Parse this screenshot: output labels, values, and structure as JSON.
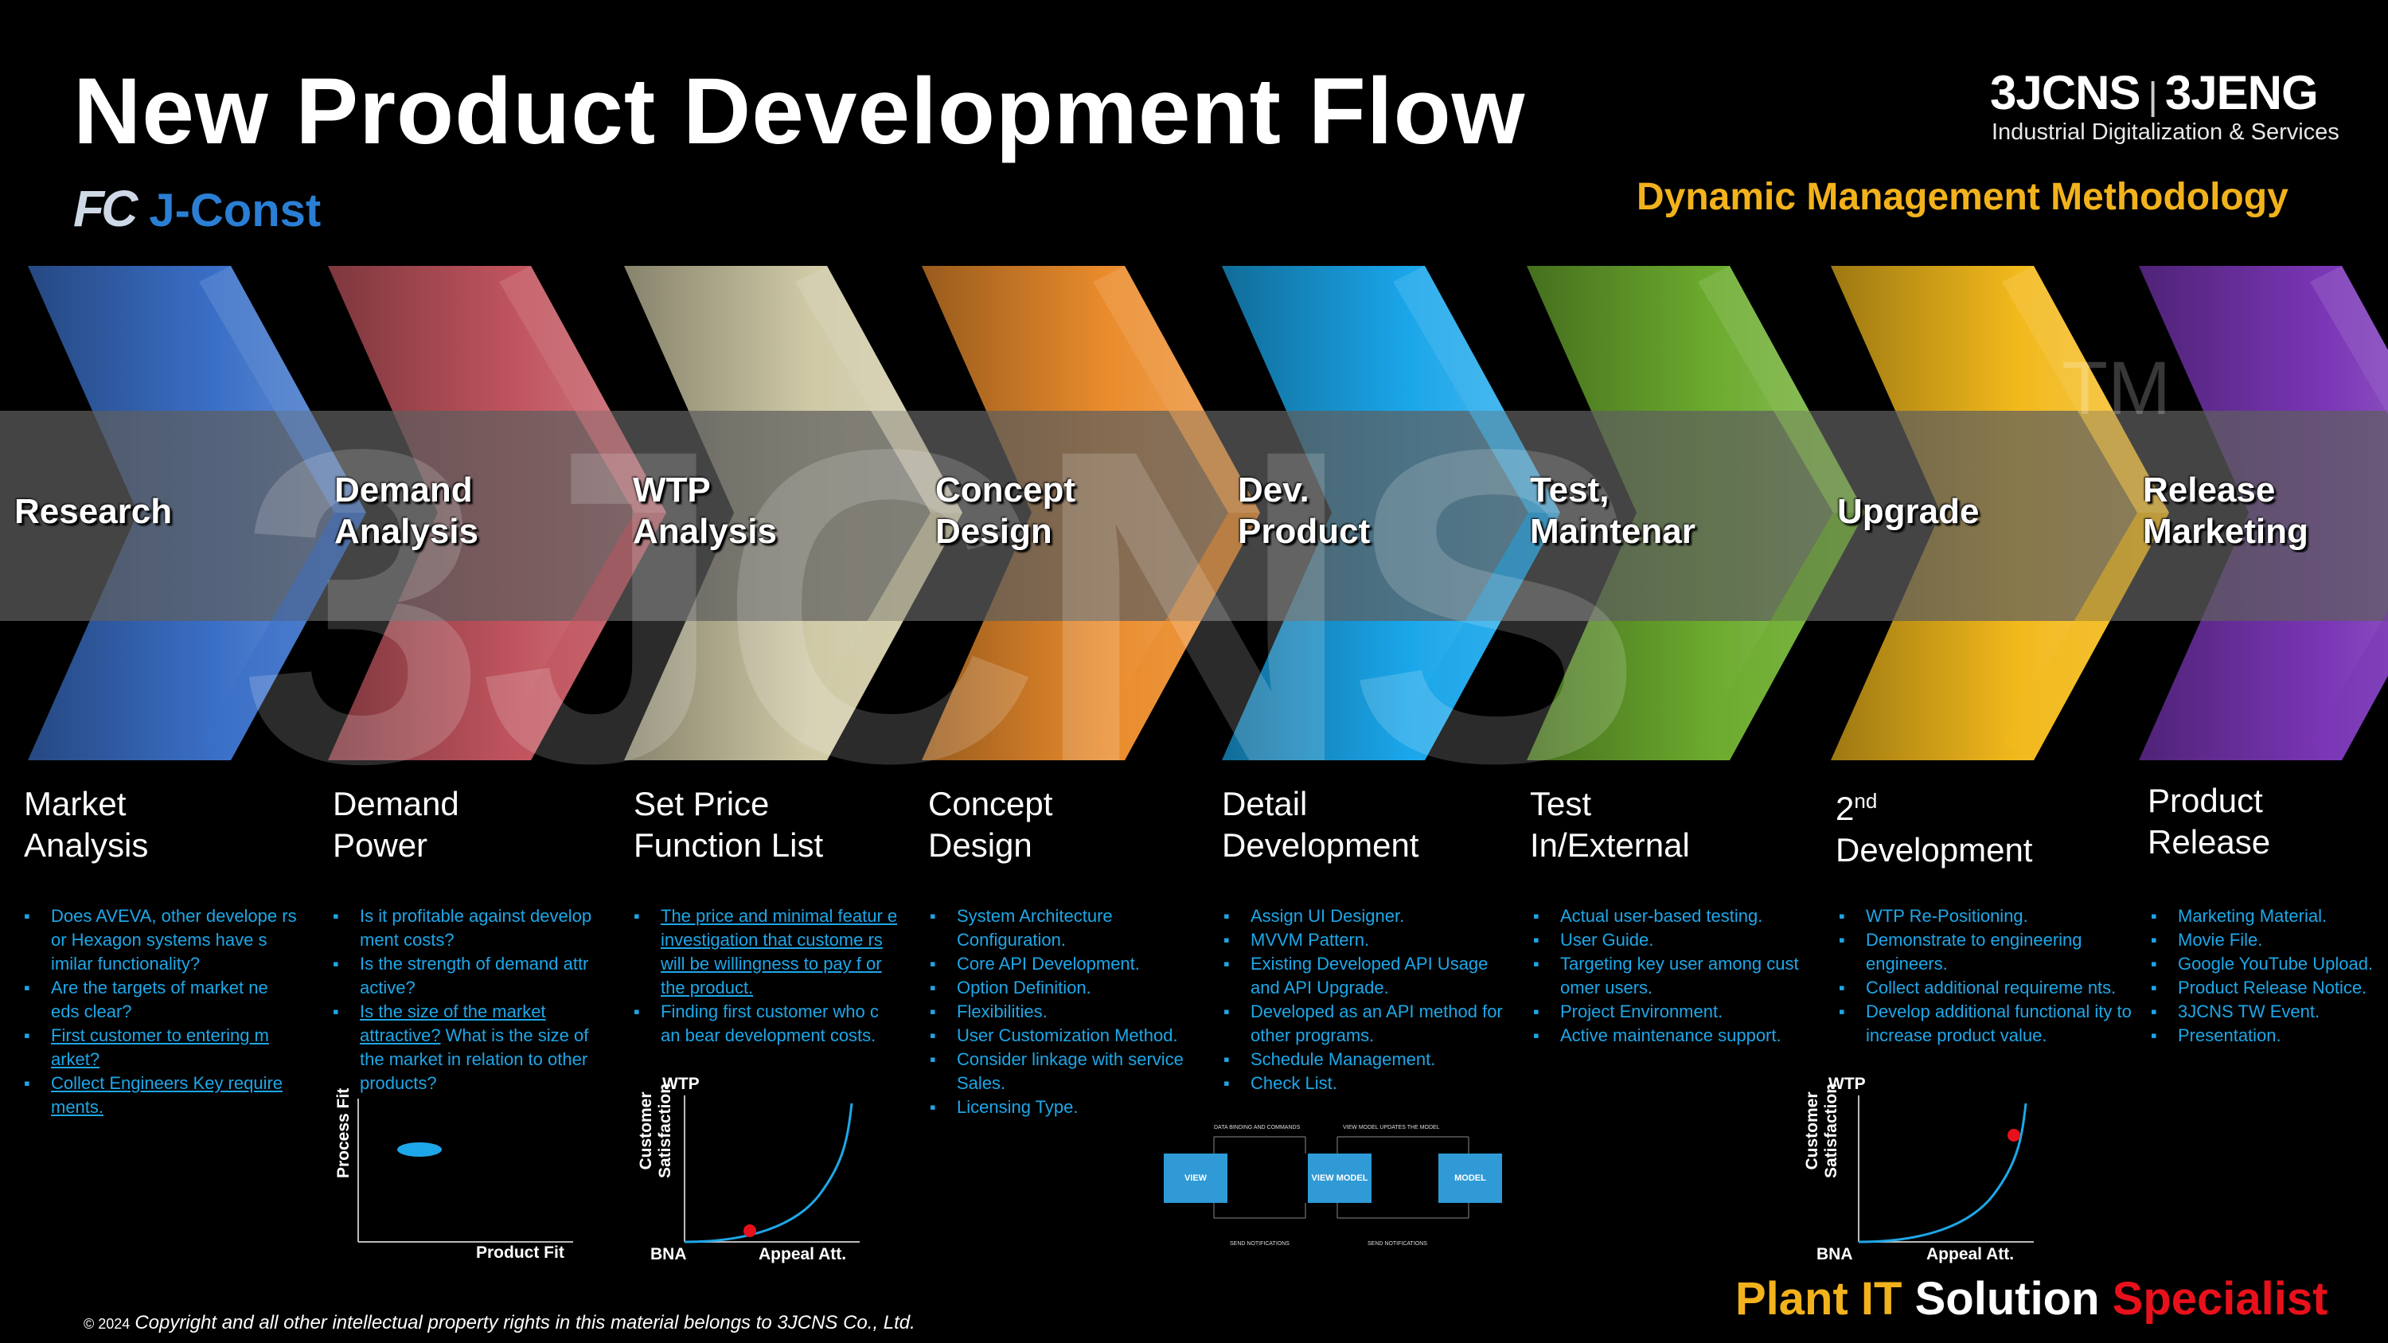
{
  "header": {
    "title": "New Product Development Flow",
    "fc_mark": "FC",
    "product_name": "J-Const",
    "brand_left": "3JCNS",
    "brand_right": "3JENG",
    "brand_subtitle": "Industrial Digitalization & Services",
    "methodology": "Dynamic Management Methodology"
  },
  "watermark": {
    "text": "3JCNS",
    "tm": "TM"
  },
  "stages": [
    {
      "label_lines": [
        "Research",
        ""
      ],
      "color": "#3a6fc7",
      "sub": [
        "Market",
        "Analysis"
      ],
      "bullets": [
        {
          "text": "Does AVEVA, other develope rs or Hexagon systems have s imilar functionality?",
          "underline": false
        },
        {
          "text": "Are the targets of market ne eds clear?",
          "underline": false
        },
        {
          "text": "First customer to entering m arket?",
          "underline": true
        },
        {
          "text": "Collect Engineers Key require ments.",
          "underline": true
        }
      ]
    },
    {
      "label_lines": [
        "Demand",
        "Analysis"
      ],
      "color": "#c0545e",
      "sub": [
        "Demand",
        "Power"
      ],
      "bullets": [
        {
          "text": "Is it profitable against develop ment costs?",
          "underline": false
        },
        {
          "text": "Is the strength of demand attr active?",
          "underline": false
        },
        {
          "text_u": "Is the size of the market attractive?",
          "text": " What is the size of the market in relation to other products?",
          "underline": false
        }
      ]
    },
    {
      "label_lines": [
        "WTP",
        "Analysis"
      ],
      "color": "#cfc9a6",
      "sub": [
        "Set Price",
        "Function List"
      ],
      "bullets": [
        {
          "text": "The price and minimal featur e investigation that custome rs will be willingness to pay f or the product.",
          "underline": true
        },
        {
          "text": "Finding first customer who c an bear development costs.",
          "underline": false
        }
      ]
    },
    {
      "label_lines": [
        "Concept",
        "Design"
      ],
      "color": "#ea8c2c",
      "sub": [
        "Concept",
        "Design"
      ],
      "bullets": [
        {
          "text": "System Architecture Configuration.",
          "underline": false
        },
        {
          "text": "Core API Development.",
          "underline": false
        },
        {
          "text": "Option Definition.",
          "underline": false
        },
        {
          "text": "Flexibilities.",
          "underline": false
        },
        {
          "text": "User Customization Method.",
          "underline": false
        },
        {
          "text": "Consider linkage with service Sales.",
          "underline": false
        },
        {
          "text": "Licensing Type.",
          "underline": false
        }
      ]
    },
    {
      "label_lines": [
        "Dev.",
        "Product"
      ],
      "color": "#1aa6ea",
      "sub": [
        "Detail",
        "Development"
      ],
      "bullets": [
        {
          "text": "Assign UI Designer.",
          "underline": false
        },
        {
          "text": "MVVM Pattern.",
          "underline": false
        },
        {
          "text": "Existing Developed API Usage and API Upgrade.",
          "underline": false
        },
        {
          "text": "Developed as an API method for other programs.",
          "underline": false
        },
        {
          "text": "Schedule Management.",
          "underline": false
        },
        {
          "text": "Check List.",
          "underline": false
        }
      ]
    },
    {
      "label_lines": [
        "Test,",
        "Maintenar"
      ],
      "color": "#6cab2e",
      "sub": [
        "Test",
        "In/External"
      ],
      "bullets": [
        {
          "text": "Actual user-based testing.",
          "underline": false
        },
        {
          "text": "User Guide.",
          "underline": false
        },
        {
          "text": "Targeting key user among  cust omer users.",
          "underline": false
        },
        {
          "text": "Project Environment.",
          "underline": false
        },
        {
          "text": "Active maintenance support.",
          "underline": false
        }
      ]
    },
    {
      "label_lines": [
        "Upgrade",
        ""
      ],
      "color": "#f2b91c",
      "sub_main": "2",
      "sub_sup": "nd",
      "sub": [
        "",
        "Development"
      ],
      "bullets": [
        {
          "text": "WTP Re-Positioning.",
          "underline": false
        },
        {
          "text": "Demonstrate to engineering engineers.",
          "underline": false
        },
        {
          "text": "Collect additional requireme nts.",
          "underline": false
        },
        {
          "text": "Develop additional functional ity to increase product value.",
          "underline": false
        }
      ]
    },
    {
      "label_lines": [
        "Release",
        "Marketing"
      ],
      "color": "#7a36b6",
      "sub": [
        "Product",
        "Release"
      ],
      "bullets": [
        {
          "text": "Marketing Material.",
          "underline": false
        },
        {
          "text": "Movie File.",
          "underline": false
        },
        {
          "text": "Google YouTube Upload.",
          "underline": false
        },
        {
          "text": "Product Release Notice.",
          "underline": false
        },
        {
          "text": "3JCNS TW Event.",
          "underline": false
        },
        {
          "text": "Presentation.",
          "underline": false
        }
      ]
    }
  ],
  "charts": {
    "process_fit": {
      "ylabel": "Process Fit",
      "xlabel": "Product Fit"
    },
    "wtp_curve_1": {
      "top_label": "WTP",
      "ylabel_lines": [
        "Customer",
        "Satisfaction"
      ],
      "origin_label": "BNA",
      "xlabel": "Appeal Att."
    },
    "wtp_curve_2": {
      "top_label": "WTP",
      "ylabel_lines": [
        "Customer",
        "Satisfaction"
      ],
      "origin_label": "BNA",
      "xlabel": "Appeal Att."
    }
  },
  "mvvm": {
    "boxes": [
      "VIEW",
      "VIEW MODEL",
      "MODEL"
    ],
    "top_notes": [
      "DATA BINDING AND COMMANDS",
      "VIEW MODEL UPDATES THE MODEL"
    ],
    "bottom_notes": [
      "SEND NOTIFICATIONS",
      "SEND NOTIFICATIONS"
    ]
  },
  "footer": {
    "year": "© 2024",
    "copyright": "Copyright and all other intellectual property rights in this material belongs to 3JCNS Co., Ltd.",
    "tagline_1": "Plant IT",
    "tagline_2": "Solution",
    "tagline_3": "Specialist"
  }
}
